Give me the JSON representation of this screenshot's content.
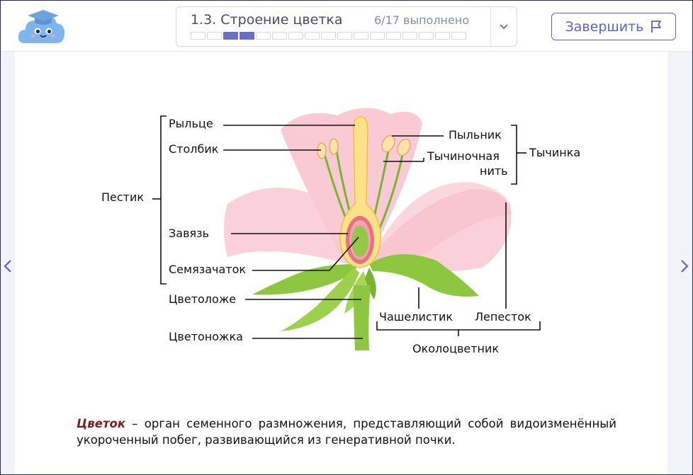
{
  "header": {
    "lesson_title": "1.3. Строение цветка",
    "progress_text": "6/17 выполнено",
    "segments_total": 17,
    "segments_done": [
      3,
      4
    ],
    "finish_label": "Завершить"
  },
  "diagram": {
    "labels": {
      "stigma": "Рыльце",
      "style": "Столбик",
      "pistil": "Пестик",
      "ovary": "Завязь",
      "ovule": "Семязачаток",
      "receptacle": "Цветоложе",
      "pedicel": "Цветоножка",
      "anther": "Пыльник",
      "filament_1": "Тычиночная",
      "filament_2": "нить",
      "stamen": "Тычинка",
      "sepal": "Чашелистик",
      "petal": "Лепесток",
      "perianth": "Околоцветник"
    }
  },
  "definition": {
    "term": "Цветок",
    "text": " – орган семенного размножения, представляющий собой видоизменённый укороченный побег, развивающийся из генеративной почки."
  },
  "colors": {
    "accent": "#5d63c4",
    "progress_done": "#6a6ecb",
    "term": "#7a1f1f",
    "petal": "#f7b8c6",
    "leaf": "#8dc63f"
  }
}
